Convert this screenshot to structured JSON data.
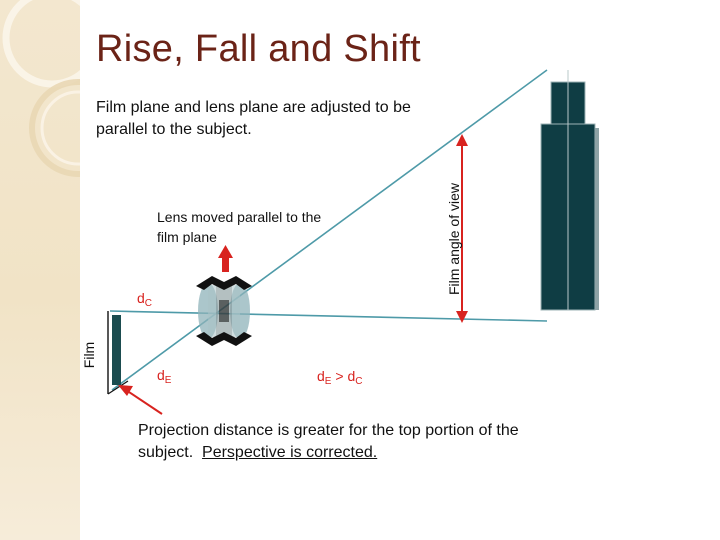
{
  "slide": {
    "title": "Rise, Fall and Shift",
    "intro": "Film plane and lens plane are adjusted to be parallel to the subject.",
    "lens_note": "Lens moved parallel to the film plane",
    "film_label": "Film",
    "angle_label": "Film angle of view",
    "dc_label": {
      "base": "d",
      "sub": "C"
    },
    "de_label": {
      "base": "d",
      "sub": "E"
    },
    "comparison": {
      "a_base": "d",
      "a_sub": "E",
      "op": " > ",
      "b_base": "d",
      "b_sub": "C"
    },
    "projection_note": "Projection distance is greater for the top portion of the subject.",
    "projection_emphasis": "Perspective is corrected."
  },
  "colors": {
    "title": "#6b2317",
    "accent_red": "#d8231f",
    "ray": "#4e9aa8",
    "building": "#0f3d44",
    "film": "#1b4c4f",
    "band": "#f1e3c6"
  },
  "icons": {
    "lens": "camera-lens-icon",
    "building": "building-icon",
    "film": "film-plate-icon"
  }
}
